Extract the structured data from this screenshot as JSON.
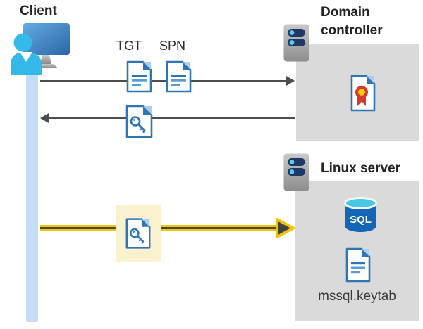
{
  "client": {
    "label": "Client"
  },
  "kerberos_exchange": {
    "tgt_label": "TGT",
    "spn_label": "SPN"
  },
  "domain_controller": {
    "label": "Domain controller"
  },
  "linux_server": {
    "label": "Linux server",
    "sql_icon_text": "SQL",
    "keytab_label": "mssql.keytab"
  },
  "icons": {
    "client-icon": "monitor with user silhouette",
    "server-icon": "gray server tower with two indicator bars",
    "document-icon": "white page with folded corner and text lines",
    "key-ticket-icon": "white page with key glyph (kerberos ticket)",
    "certificate-icon": "white page with red ribbon seal",
    "sql-database-icon": "blue cylinder database labeled SQL"
  },
  "colors": {
    "doc_blue": "#2e75b6",
    "doc_line_light": "#5b9bd5",
    "fold_light": "#aecdec",
    "gray_box": "#dadada",
    "lifeline_blue": "#c5ddf8",
    "arrow_gray": "#4d4d4d",
    "yellow_arrow": "#f0c400",
    "yellow_highlight": "#faf2cf",
    "server_pill_navy": "#1f3864",
    "server_dot_cyan": "#5bc8f0",
    "person_cyan": "#35b9e9",
    "sql_body_blue": "#1467b8",
    "sql_top_cyan": "#49c7e9",
    "ribbon_red": "#d43a2f",
    "ribbon_yellow": "#ffc800"
  }
}
